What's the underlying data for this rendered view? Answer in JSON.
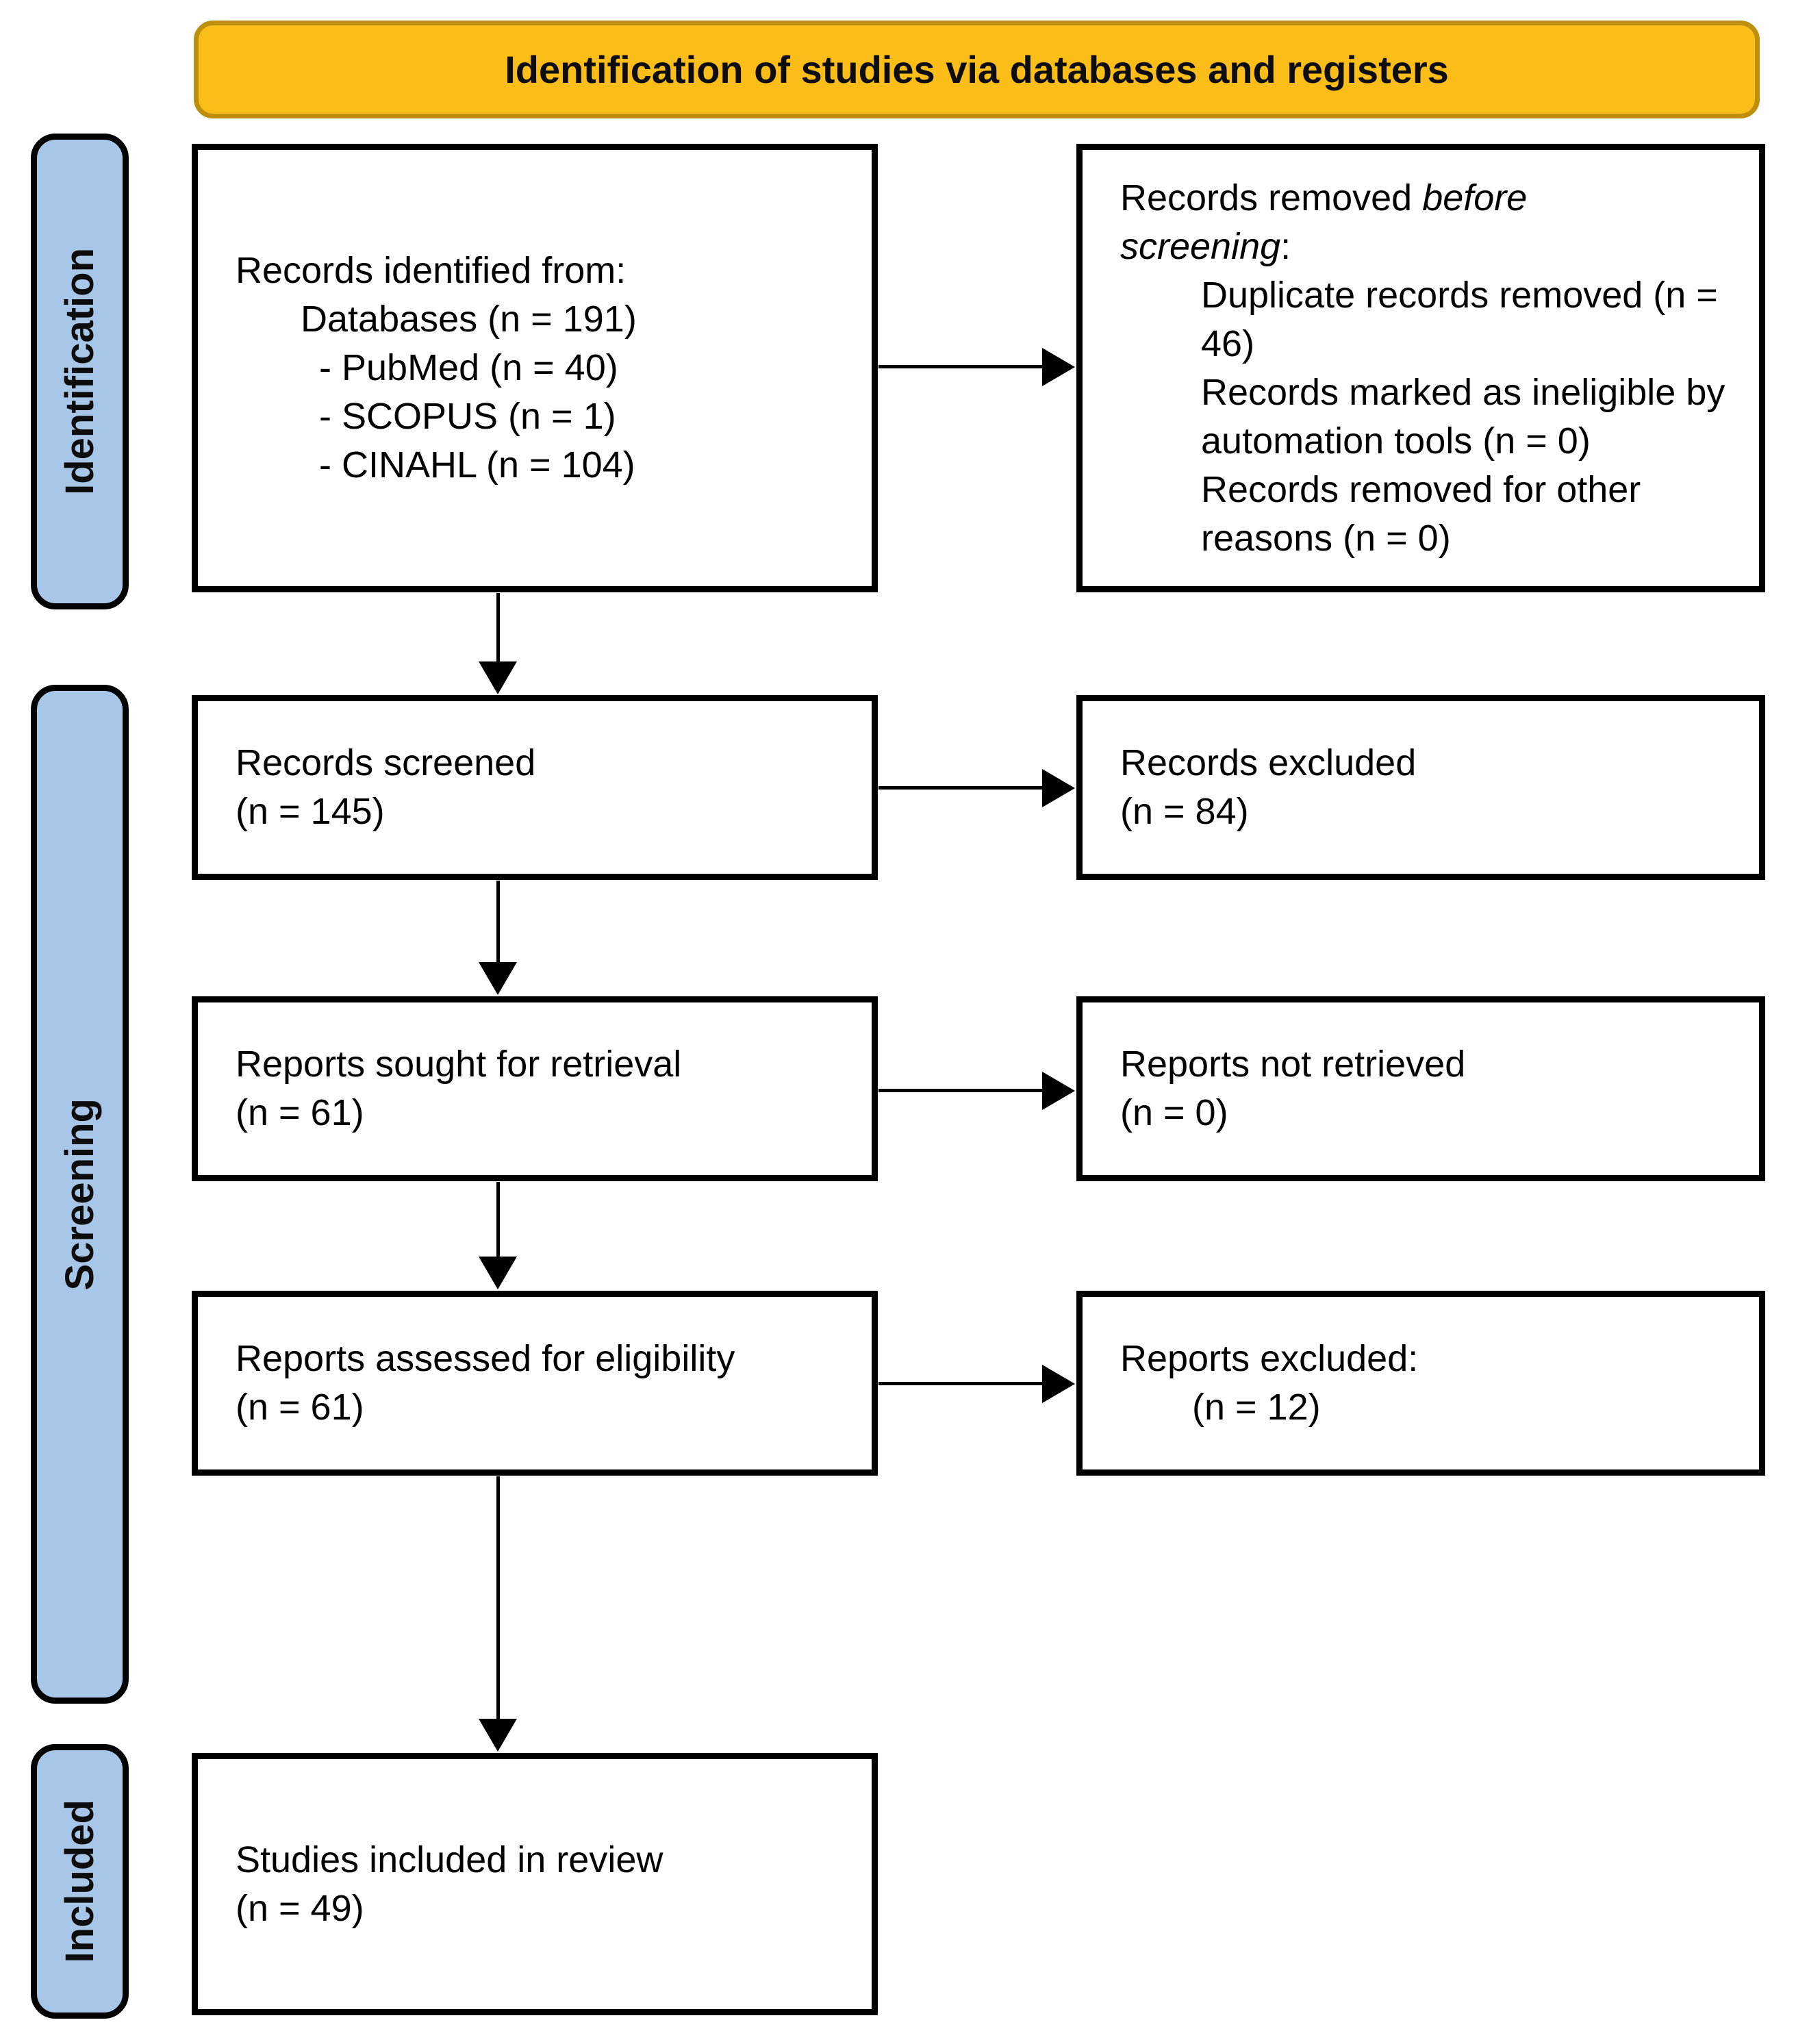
{
  "title": "Identification of studies via databases and registers",
  "colors": {
    "banner_fill": "#FBBE18",
    "banner_border": "#BD8F0D",
    "stage_fill": "#A8C7E8"
  },
  "stages": {
    "identification": "Identification",
    "screening": "Screening",
    "included": "Included"
  },
  "boxes": {
    "records_identified": {
      "heading": "Records identified from:",
      "databases_line": "Databases (n = 191)",
      "pubmed_line": "- PubMed (n = 40)",
      "scopus_line": "- SCOPUS (n = 1)",
      "cinahl_line": "- CINAHL (n = 104)"
    },
    "records_removed": {
      "heading_prefix": "Records removed ",
      "heading_italic": "before screening",
      "heading_suffix": ":",
      "duplicate_line": "Duplicate records removed (n = 46)",
      "ineligible_line": "Records marked as ineligible by automation tools (n = 0)",
      "other_line": "Records removed for other reasons (n = 0)"
    },
    "records_screened": {
      "line1": "Records screened",
      "line2": "(n = 145)"
    },
    "records_excluded": {
      "line1": "Records excluded",
      "line2": "(n = 84)"
    },
    "reports_sought": {
      "line1": "Reports sought for retrieval",
      "line2": "(n = 61)"
    },
    "reports_not_retrieved": {
      "line1": "Reports not retrieved",
      "line2": "(n = 0)"
    },
    "reports_assessed": {
      "line1": "Reports assessed for eligibility",
      "line2": "(n = 61)"
    },
    "reports_excluded": {
      "line1": "Reports excluded:",
      "line2": "(n = 12)"
    },
    "studies_included": {
      "line1": "Studies included in review",
      "line2": "(n = 49)"
    }
  }
}
